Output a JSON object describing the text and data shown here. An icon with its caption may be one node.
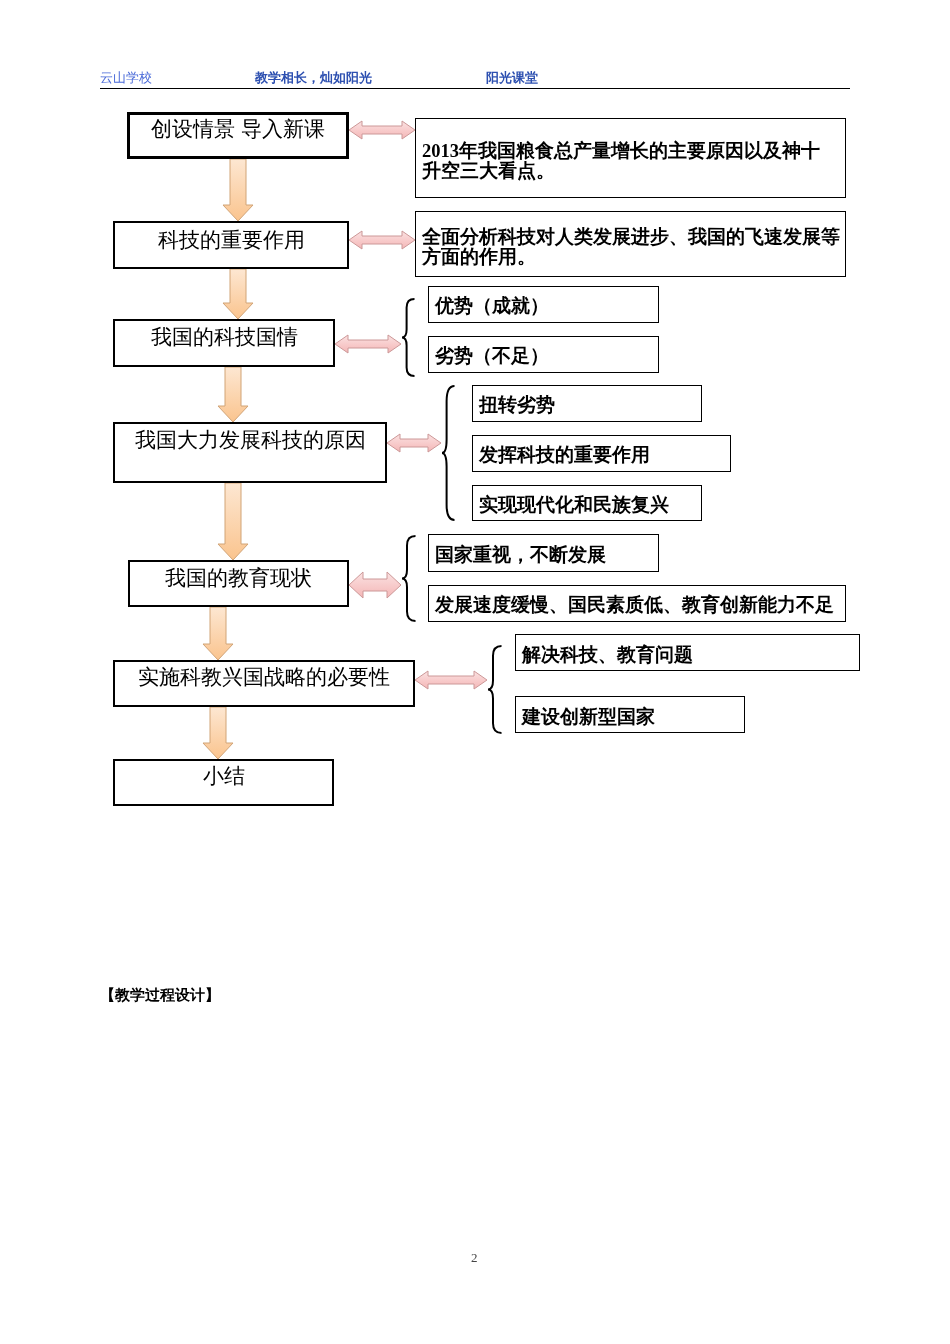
{
  "diagram": {
    "nodes": [
      {
        "text": [
          "创设情景 导入新课"
        ]
      },
      {
        "text": [
          "2013年我国粮食总产量增长的主要原因以及神十升空三大看点。"
        ]
      },
      {
        "text": [
          "科技的重要作用"
        ]
      },
      {
        "text": [
          "全面分析科技对人类发展进步、我国的飞速发展等方面的作用。"
        ]
      },
      {
        "text": [
          "我国的科技国情"
        ]
      },
      {
        "text": [],
        "shape": "brace"
      },
      {
        "text": [
          "优势（成就）"
        ]
      },
      {
        "text": [
          "劣势（不足）"
        ]
      },
      {
        "text": [
          "我国大力发展科技的原因"
        ]
      },
      {
        "text": [],
        "shape": "brace"
      },
      {
        "text": [
          "扭转劣势"
        ]
      },
      {
        "text": [
          "发挥科技的重要作用"
        ]
      },
      {
        "text": [
          "实现现代化和民族复兴"
        ]
      },
      {
        "text": [
          "我国的教育现状"
        ]
      },
      {
        "text": [],
        "shape": "brace"
      },
      {
        "text": [
          "国家重视，不断发展"
        ]
      },
      {
        "text": [
          "发展速度缓慢、国民素质低、教育创新能力不足"
        ]
      },
      {
        "text": [
          "实施科教兴国战略的必要性"
        ]
      },
      {
        "text": [],
        "shape": "brace"
      },
      {
        "text": [
          "解决科技、教育问题"
        ]
      },
      {
        "text": [
          "建设创新型国家"
        ]
      },
      {
        "text": [
          "小结"
        ]
      }
    ],
    "edges": [
      {
        "from": 0,
        "to": 1,
        "arrow": "both",
        "color": "#f4b6b6"
      },
      {
        "from": 0,
        "to": 2,
        "arrow": "to"
      },
      {
        "from": 2,
        "to": 3,
        "arrow": "both",
        "color": "#f4b6b6"
      },
      {
        "from": 2,
        "to": 4,
        "arrow": "to"
      },
      {
        "from": 4,
        "to": 5,
        "arrow": "both",
        "color": "#f4b6b6"
      },
      {
        "from": 4,
        "to": 8,
        "arrow": "to"
      },
      {
        "from": 8,
        "to": 9,
        "arrow": "both",
        "color": "#f4b6b6"
      },
      {
        "from": 8,
        "to": 13,
        "arrow": "to"
      },
      {
        "from": 13,
        "to": 14,
        "arrow": "both",
        "color": "#f4b6b6"
      },
      {
        "from": 13,
        "to": 17,
        "arrow": "to"
      },
      {
        "from": 17,
        "to": 18,
        "arrow": "both",
        "color": "#f4b6b6"
      },
      {
        "from": 17,
        "to": 21,
        "arrow": "to"
      }
    ],
    "labels": [
      "云山学校",
      "教学相长，灿如阳光",
      "阳光课堂",
      "【教学过程设计】",
      "2"
    ]
  }
}
